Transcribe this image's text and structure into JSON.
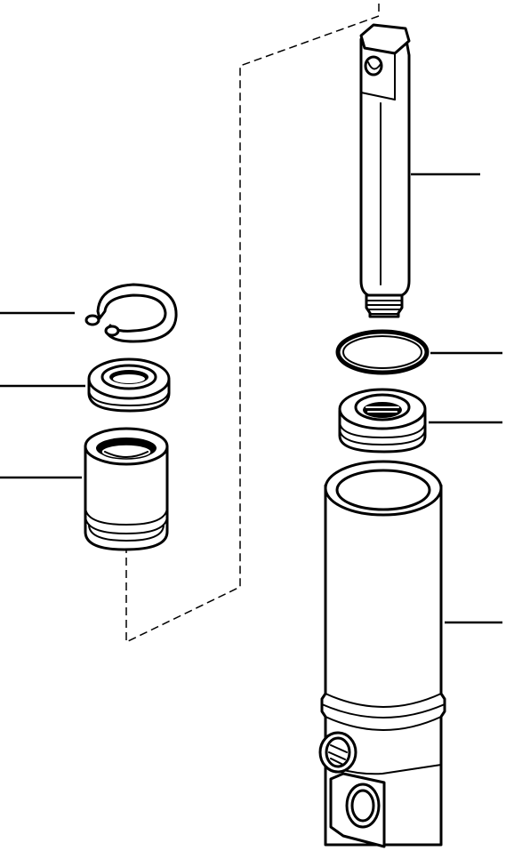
{
  "diagram": {
    "parts": [
      {
        "id": "piston-rod"
      },
      {
        "id": "o-ring"
      },
      {
        "id": "piston"
      },
      {
        "id": "cylinder-barrel"
      },
      {
        "id": "snap-ring"
      },
      {
        "id": "rod-seal"
      },
      {
        "id": "rod-guide"
      }
    ],
    "colors": {
      "line": "#000000",
      "background": "#ffffff"
    }
  }
}
